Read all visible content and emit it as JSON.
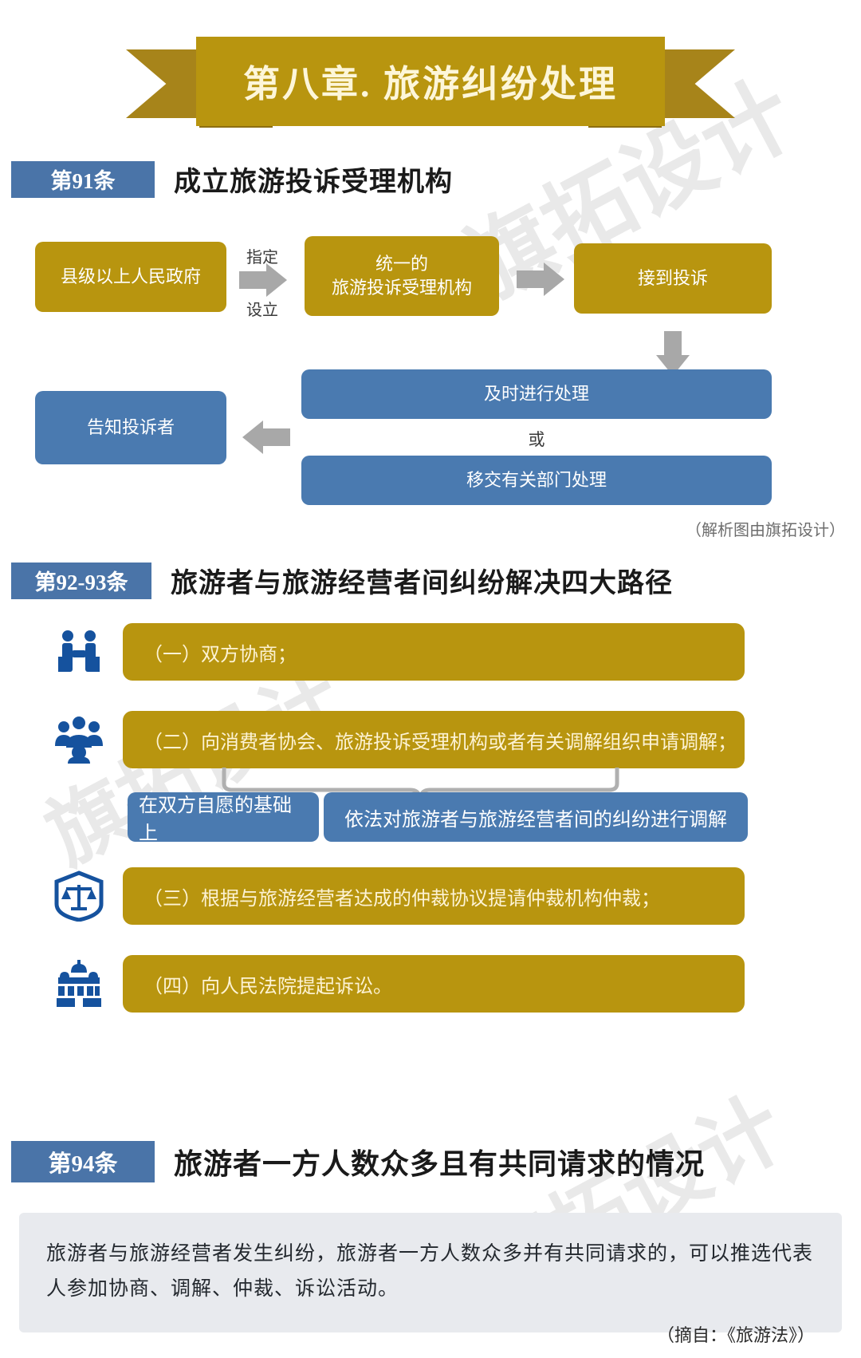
{
  "banner": {
    "title": "第八章. 旅游纠纷处理"
  },
  "watermark": {
    "text": "旗拓设计"
  },
  "colors": {
    "gold": "#b8950f",
    "gold_dark": "#a7841a",
    "blue": "#4a7ab0",
    "badge_blue": "#4a74a8",
    "gray_arrow": "#a8a8a8",
    "quote_bg": "#e8eaee",
    "icon_blue": "#15529e"
  },
  "section91": {
    "badge": "第91条",
    "title": "成立旅游投诉受理机构",
    "flow": {
      "gov_box": "县级以上人民政府",
      "arrow_label_top": "指定",
      "arrow_label_bottom": "设立",
      "agency_box_line1": "统一的",
      "agency_box_line2": "旅游投诉受理机构",
      "receive_box": "接到投诉",
      "handle_box": "及时进行处理",
      "or_label": "或",
      "transfer_box": "移交有关部门处理",
      "notify_box": "告知投诉者"
    },
    "credit": "（解析图由旗拓设计）"
  },
  "section92": {
    "badge": "第92-93条",
    "title": "旅游者与旅游经营者间纠纷解决四大路径",
    "items": [
      {
        "icon": "handshake-icon",
        "text": "（一）双方协商；"
      },
      {
        "icon": "people-group-icon",
        "text": "（二）向消费者协会、旅游投诉受理机构或者有关调解组织申请调解；"
      },
      {
        "icon": "scales-shield-icon",
        "text": "（三）根据与旅游经营者达成的仲裁协议提请仲裁机构仲裁；"
      },
      {
        "icon": "courthouse-icon",
        "text": "（四）向人民法院提起诉讼。"
      }
    ],
    "mediation_sub": {
      "left_box": "在双方自愿的基础上",
      "right_box": "依法对旅游者与旅游经营者间的纠纷进行调解"
    }
  },
  "section94": {
    "badge": "第94条",
    "title": "旅游者一方人数众多且有共同请求的情况",
    "quote": "旅游者与旅游经营者发生纠纷，旅游者一方人数众多并有共同请求的，可以推选代表人参加协商、调解、仲裁、诉讼活动。",
    "source": "（摘自：《旅游法》）"
  }
}
